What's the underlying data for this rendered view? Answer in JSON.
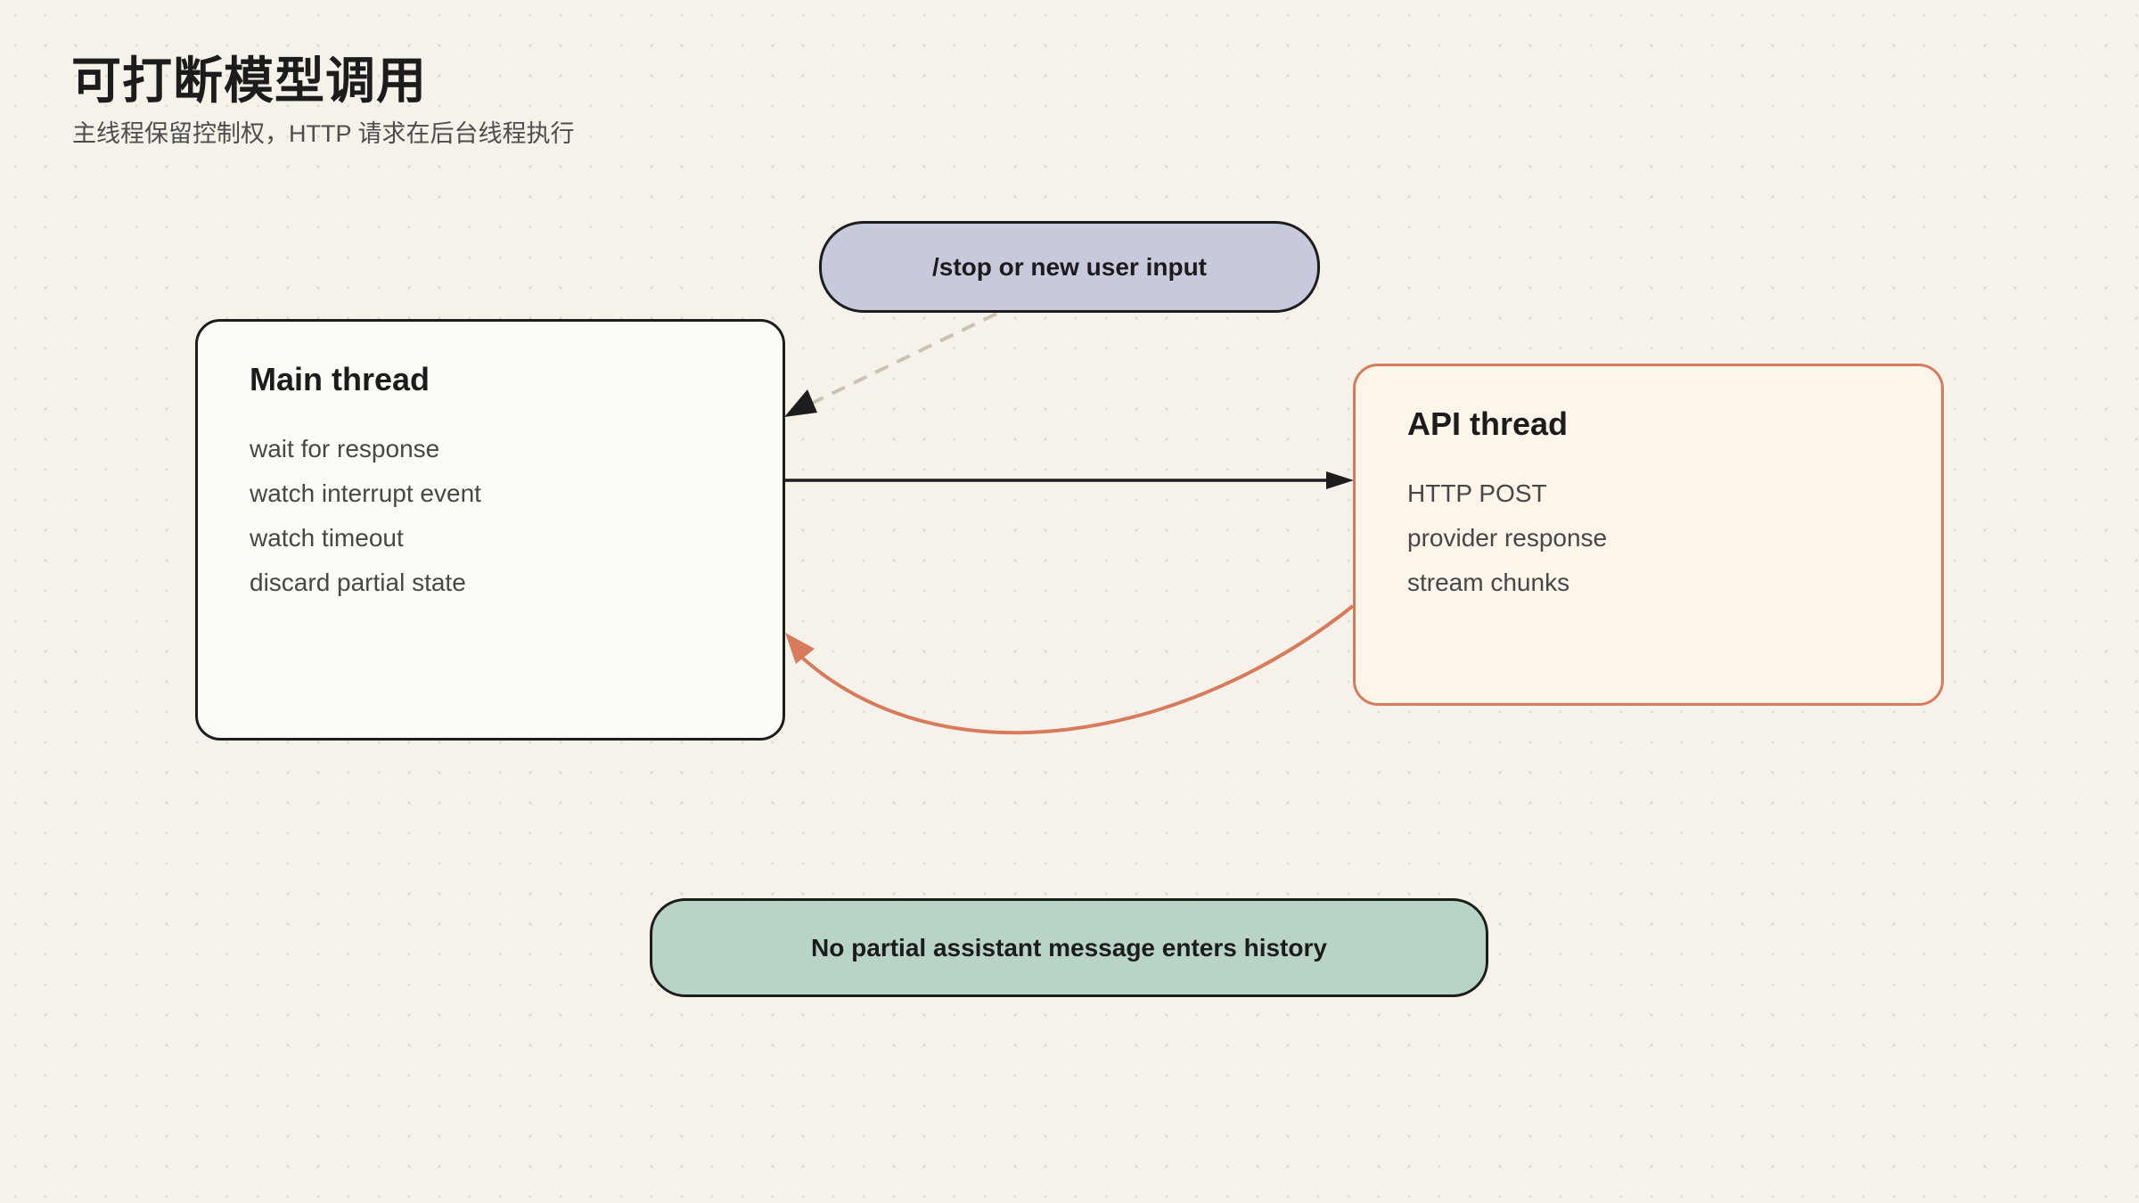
{
  "page": {
    "title": "可打断模型调用",
    "subtitle": "主线程保留控制权，HTTP 请求在后台线程执行"
  },
  "nodes": {
    "main_thread": {
      "title": "Main thread",
      "items": [
        "wait for response",
        "watch interrupt event",
        "watch timeout",
        "discard partial state"
      ]
    },
    "api_thread": {
      "title": "API thread",
      "items": [
        "HTTP POST",
        "provider response",
        "stream chunks"
      ]
    },
    "interrupt": {
      "label": "/stop or new user input"
    },
    "history": {
      "label": "No partial assistant message enters history"
    }
  },
  "colors": {
    "background": "#f6f2ea",
    "dot": "#e3ddd1",
    "main_fill": "#fdfbf6",
    "api_fill": "#fdf4ea",
    "api_border": "#d77b5c",
    "return_arrow": "#d77b5c",
    "interrupt_fill": "#c8c9dd",
    "interrupt_arrow": "#cbc3b2",
    "history_fill": "#b7d4c7",
    "ink": "#1d1d1d"
  },
  "edges": [
    {
      "from": "interrupt",
      "to": "main_thread",
      "style": "dashed"
    },
    {
      "from": "main_thread",
      "to": "api_thread",
      "style": "solid"
    },
    {
      "from": "api_thread",
      "to": "main_thread",
      "style": "curved"
    }
  ]
}
